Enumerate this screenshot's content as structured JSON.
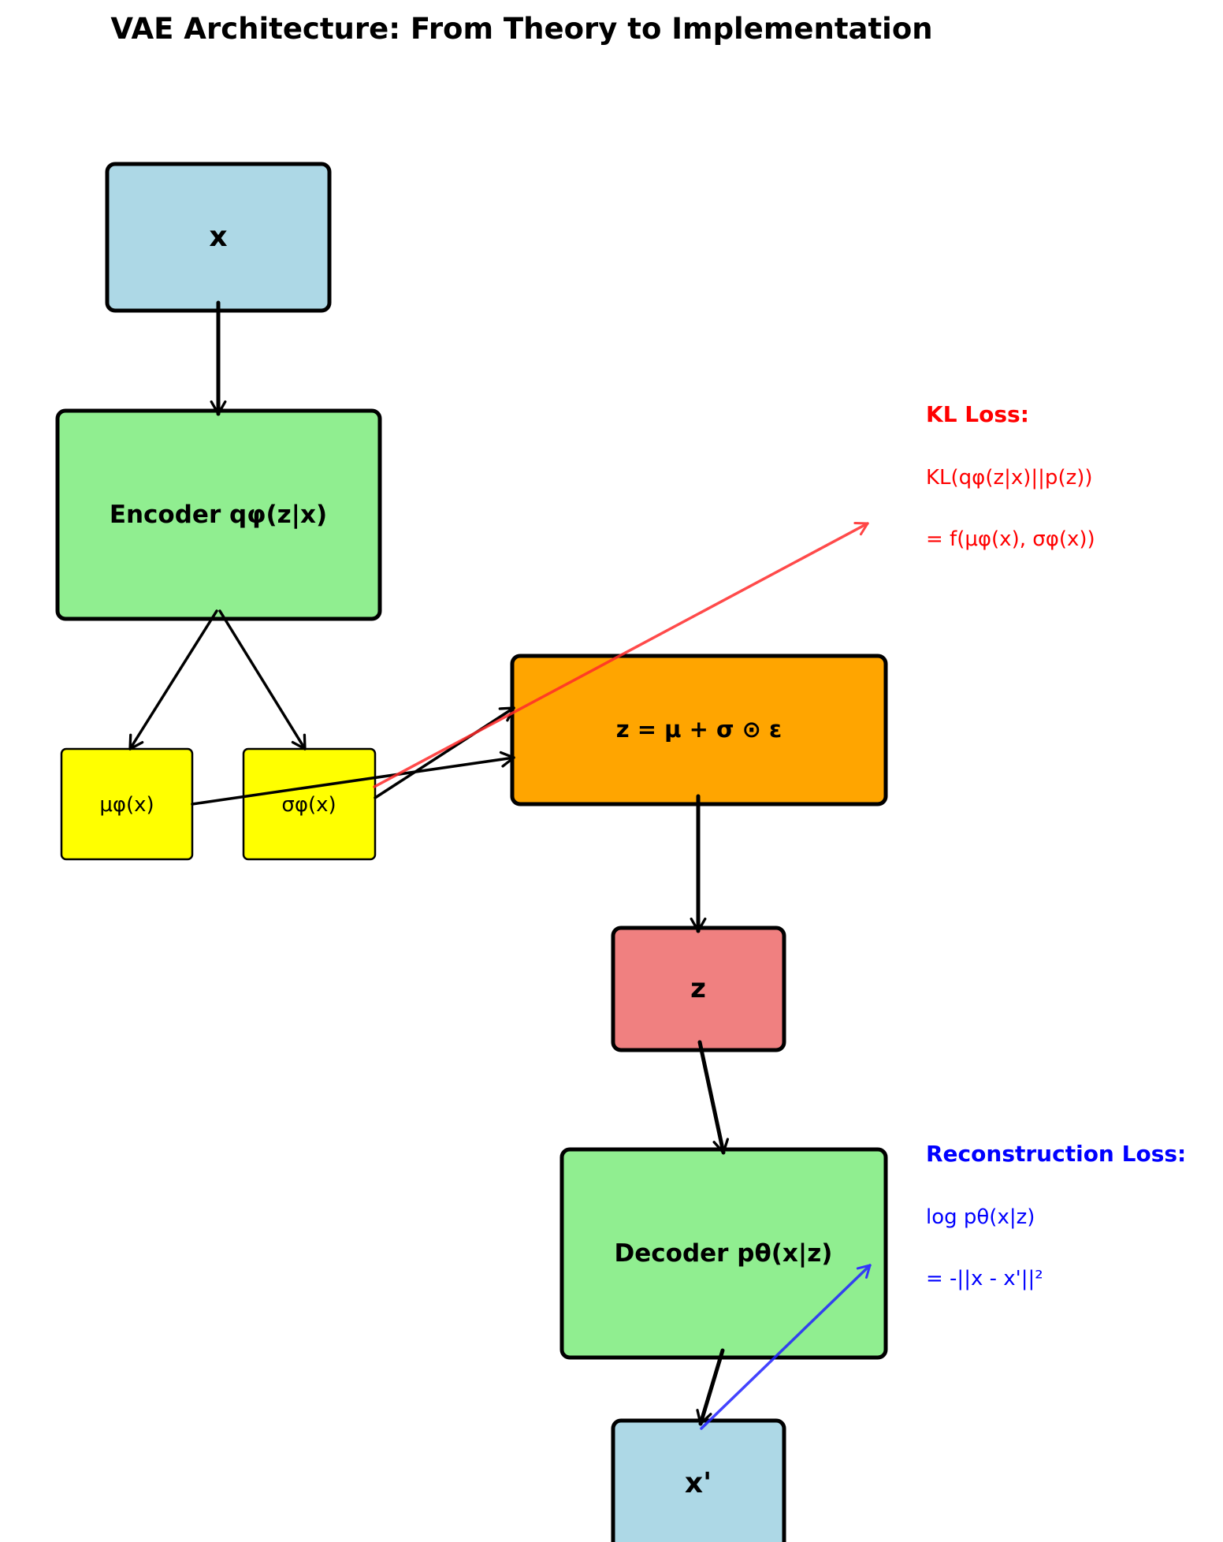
{
  "title": "VAE Architecture: From Theory to Implementation",
  "colors": {
    "input": "#ADD8E6",
    "network": "#90EE90",
    "params": "#FFFF00",
    "reparam": "#FFA500",
    "latent": "#F08080",
    "kl": "#FF0000",
    "recon": "#0000FF",
    "arrow": "#000000"
  },
  "nodes": {
    "x": "x",
    "encoder": "Encoder qφ(z|x)",
    "mu": "μφ(x)",
    "sigma": "σφ(x)",
    "reparam": "z = μ + σ ⊙ ε",
    "z": "z",
    "decoder": "Decoder pθ(x|z)",
    "x_prime": "x'"
  },
  "annotations": {
    "kl": {
      "title": "KL Loss:",
      "line1": "KL(qφ(z|x)||p(z))",
      "line2": "= f(μφ(x), σφ(x))"
    },
    "recon": {
      "title": "Reconstruction Loss:",
      "line1": "log pθ(x|z)",
      "line2": "= -||x - x'||²"
    }
  },
  "edges": [
    {
      "from": "x",
      "to": "encoder"
    },
    {
      "from": "encoder",
      "to": "mu"
    },
    {
      "from": "encoder",
      "to": "sigma"
    },
    {
      "from": "mu",
      "to": "reparam"
    },
    {
      "from": "sigma",
      "to": "reparam"
    },
    {
      "from": "reparam",
      "to": "z"
    },
    {
      "from": "z",
      "to": "decoder"
    },
    {
      "from": "decoder",
      "to": "x_prime"
    },
    {
      "from": "sigma",
      "to": "kl_loss"
    },
    {
      "from": "x_prime",
      "to": "recon_loss"
    }
  ]
}
